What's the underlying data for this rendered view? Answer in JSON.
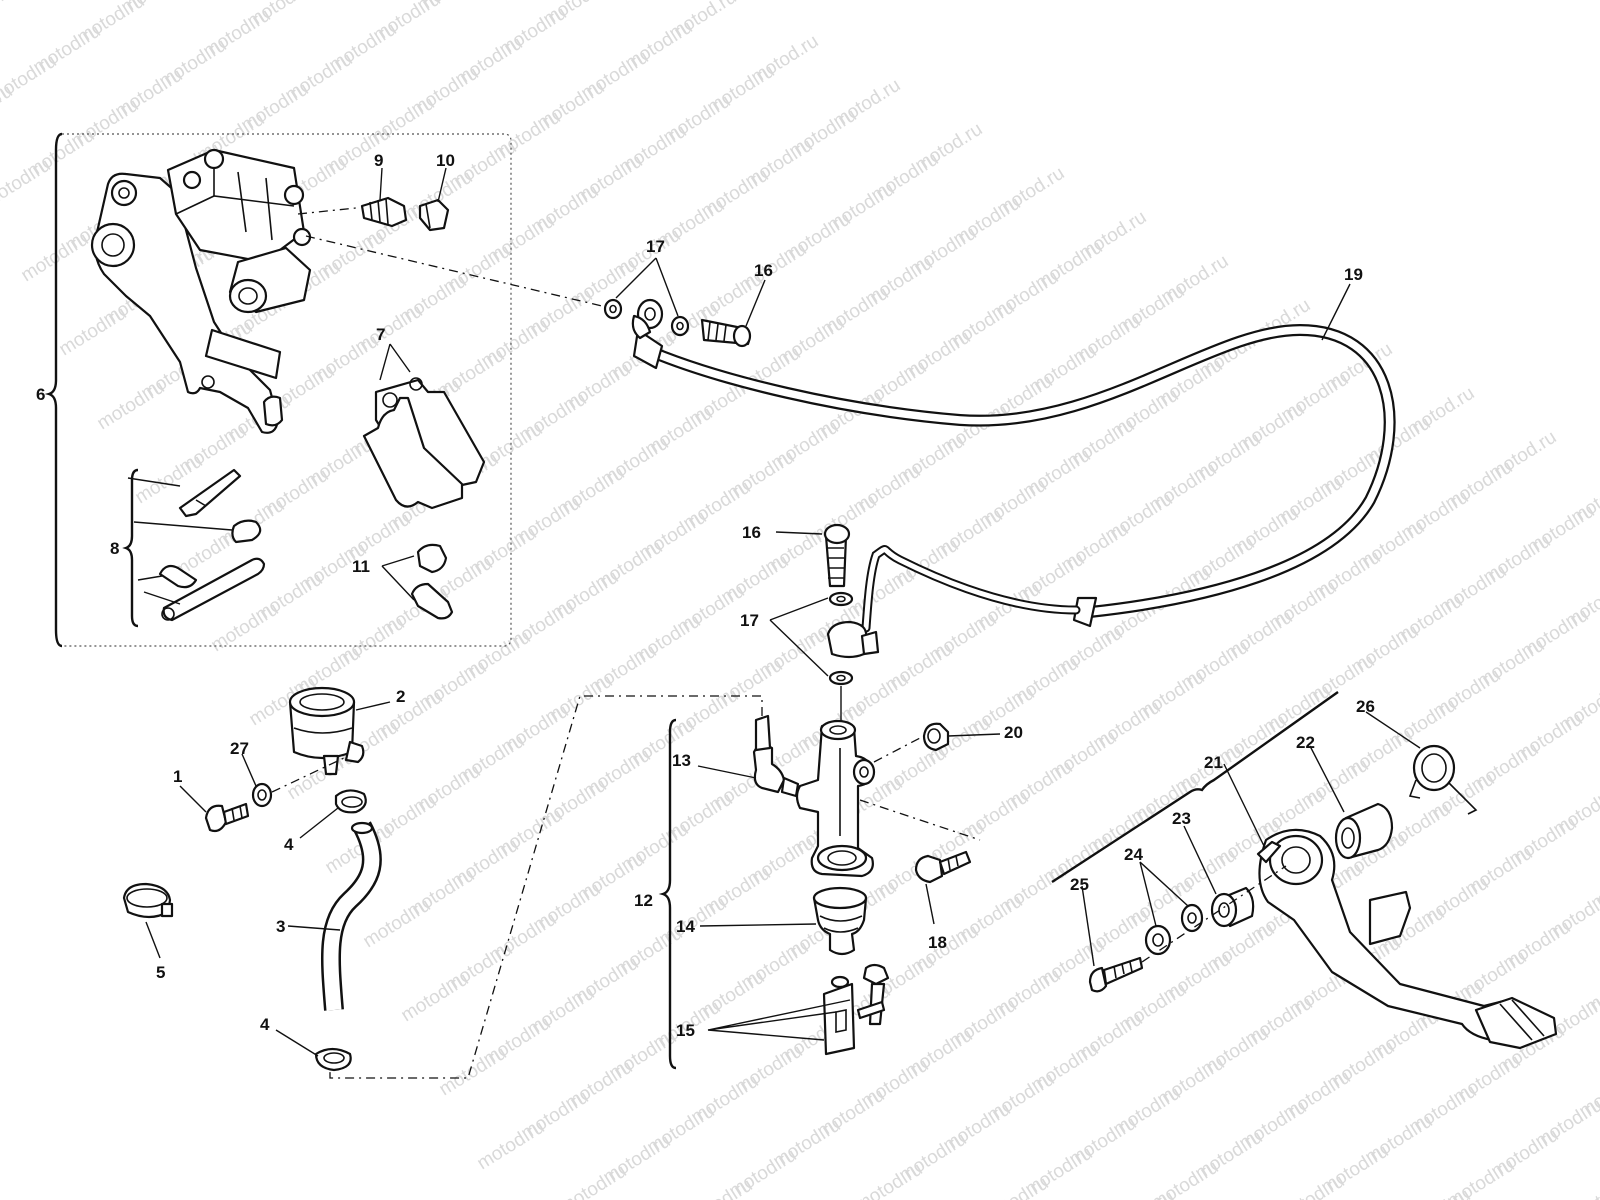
{
  "watermark": {
    "text": "motod.ru",
    "color": "#d9d9d9"
  },
  "callouts": {
    "n1": "1",
    "n2": "2",
    "n3": "3",
    "n4a": "4",
    "n4b": "4",
    "n5": "5",
    "n6": "6",
    "n7": "7",
    "n8": "8",
    "n9": "9",
    "n10": "10",
    "n11": "11",
    "n12": "12",
    "n13": "13",
    "n14": "14",
    "n15": "15",
    "n16a": "16",
    "n16b": "16",
    "n17a": "17",
    "n17b": "17",
    "n18": "18",
    "n19": "19",
    "n20": "20",
    "n21": "21",
    "n22": "22",
    "n23": "23",
    "n24": "24",
    "n25": "25",
    "n26": "26",
    "n27": "27"
  },
  "colors": {
    "line": "#111111",
    "background": "#ffffff"
  }
}
